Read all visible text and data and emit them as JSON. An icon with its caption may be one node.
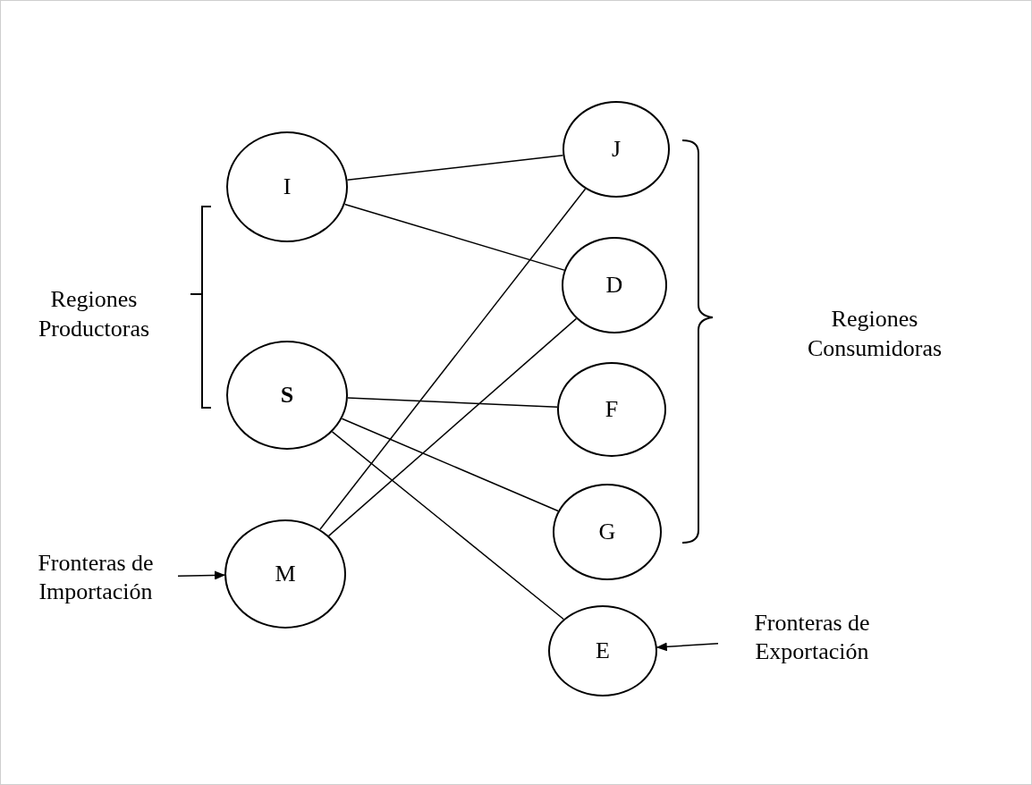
{
  "diagram": {
    "nodes": [
      {
        "text": [
          "I"
        ]
      },
      {
        "text": [
          "S"
        ]
      },
      {
        "text": [
          "M"
        ]
      },
      {
        "text": [
          "J"
        ]
      },
      {
        "text": [
          "D"
        ]
      },
      {
        "text": [
          "F"
        ]
      },
      {
        "text": [
          "G"
        ]
      },
      {
        "text": [
          "E"
        ]
      },
      {
        "text": [
          "Fronteras de Importación"
        ]
      },
      {
        "text": [
          "Fronteras de Exportación"
        ]
      }
    ],
    "edges": [
      {
        "from": 0,
        "to": 3,
        "arrow": "none"
      },
      {
        "from": 0,
        "to": 4,
        "arrow": "none"
      },
      {
        "from": 1,
        "to": 5,
        "arrow": "none"
      },
      {
        "from": 1,
        "to": 6,
        "arrow": "none"
      },
      {
        "from": 1,
        "to": 7,
        "arrow": "none"
      },
      {
        "from": 2,
        "to": 3,
        "arrow": "none"
      },
      {
        "from": 2,
        "to": 4,
        "arrow": "none"
      },
      {
        "from": 8,
        "to": 2,
        "arrow": "to"
      },
      {
        "from": 9,
        "to": 7,
        "arrow": "to"
      }
    ],
    "labels": [
      "Regiones Productoras",
      "Regiones Consumidoras"
    ]
  }
}
